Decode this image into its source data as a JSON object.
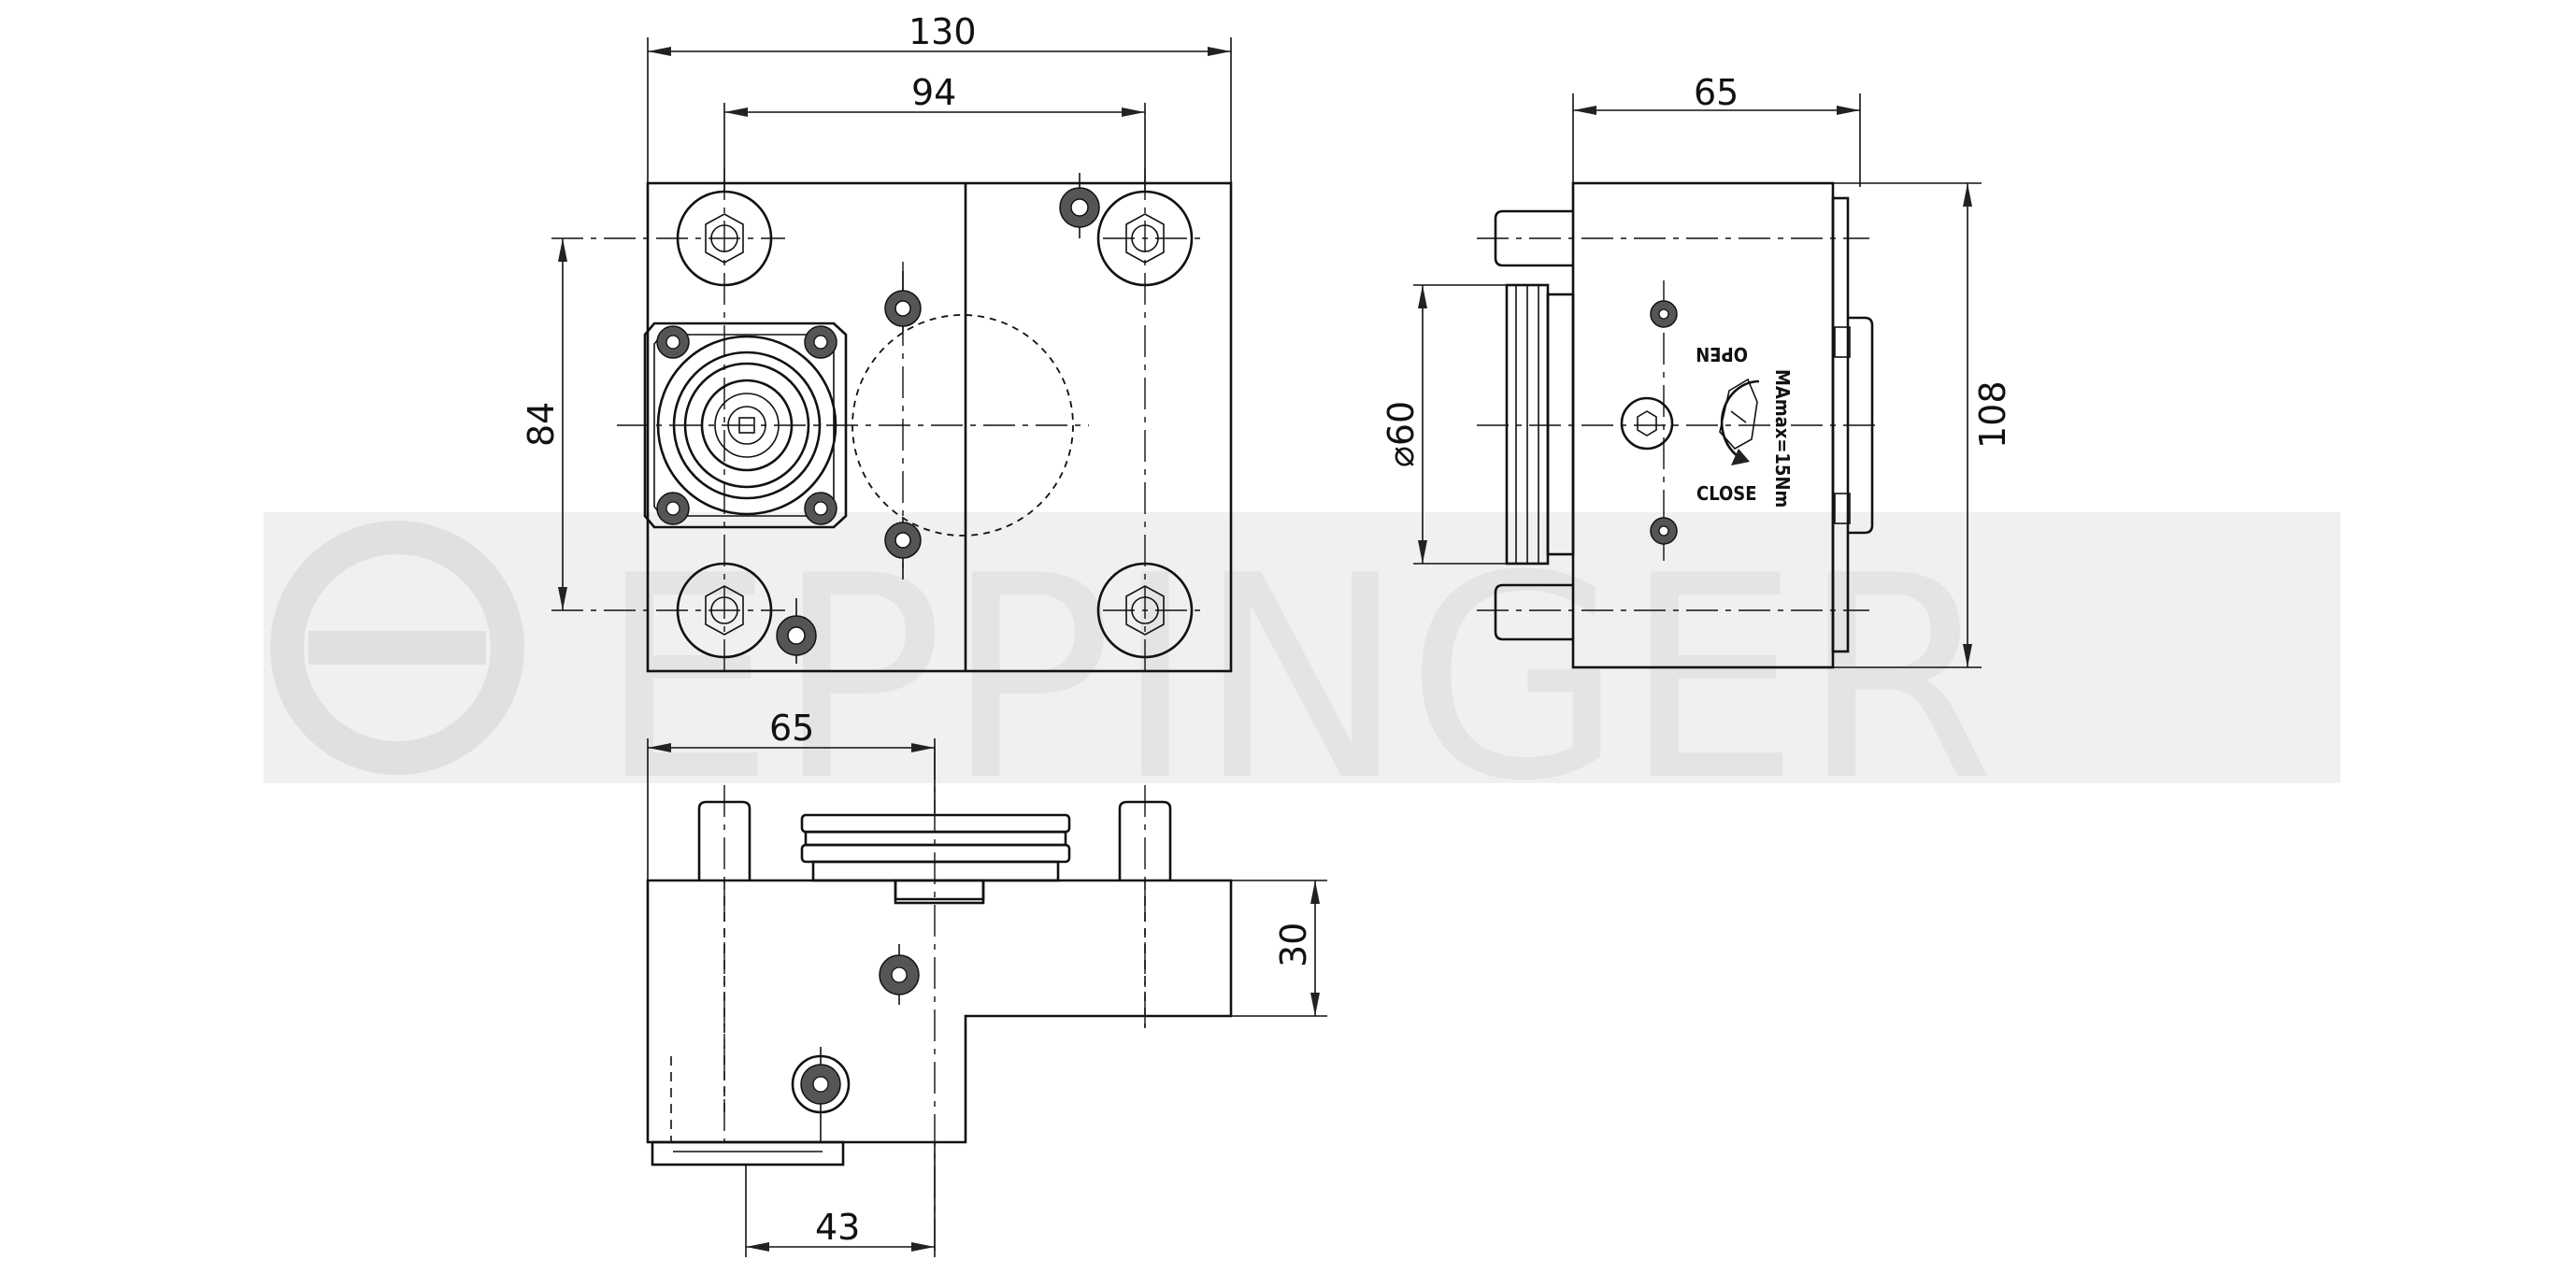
{
  "watermark": {
    "text": "EPPINGER"
  },
  "dimensions": {
    "front_width": "130",
    "front_hole_spacing_x": "94",
    "front_hole_spacing_y": "84",
    "side_depth": "65",
    "side_diameter": "⌀60",
    "side_height": "108",
    "bottom_depth": "65",
    "bottom_height": "30",
    "bottom_offset": "43"
  },
  "labels": {
    "open": "OPEN",
    "close": "CLOSE",
    "torque": "MAmax=15Nm"
  },
  "colors": {
    "line": "#111111",
    "watermark": "#e4e4e4",
    "background": "#ffffff"
  }
}
